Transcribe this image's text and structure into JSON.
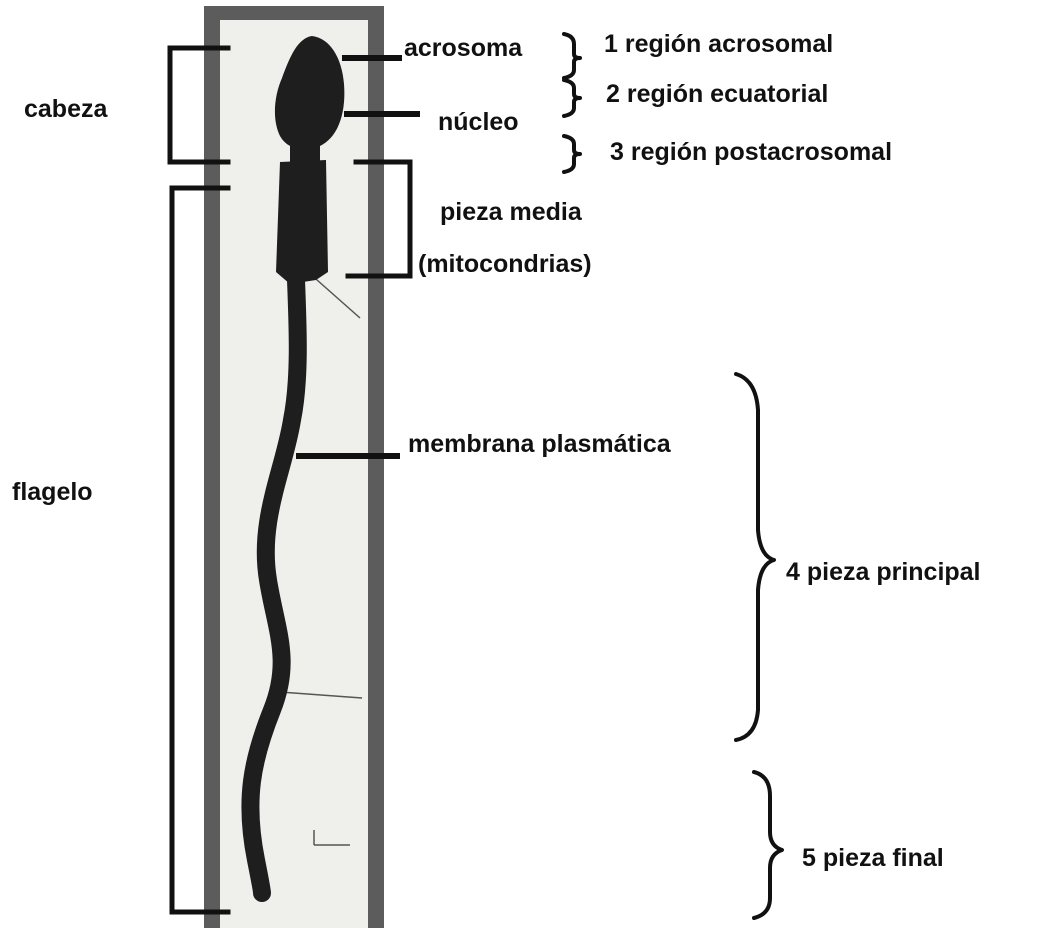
{
  "labels": {
    "acrosoma": "acrosoma",
    "nucleo": "núcleo",
    "pieza_media": "pieza media",
    "mitocondrias": "(mitocondrias)",
    "membrana": "membrana plasmática",
    "cabeza": "cabeza",
    "flagelo": "flagelo"
  },
  "regions": {
    "r1": "1 región acrosomal",
    "r2": "2 región ecuatorial",
    "r3": "3 región postacrosomal",
    "r4": "4  pieza principal",
    "r5": "5  pieza final"
  },
  "colors": {
    "sperm": "#1e1e1e",
    "panel": "#efefec",
    "panel_border": "#5a5a5a",
    "ink": "#111111"
  }
}
